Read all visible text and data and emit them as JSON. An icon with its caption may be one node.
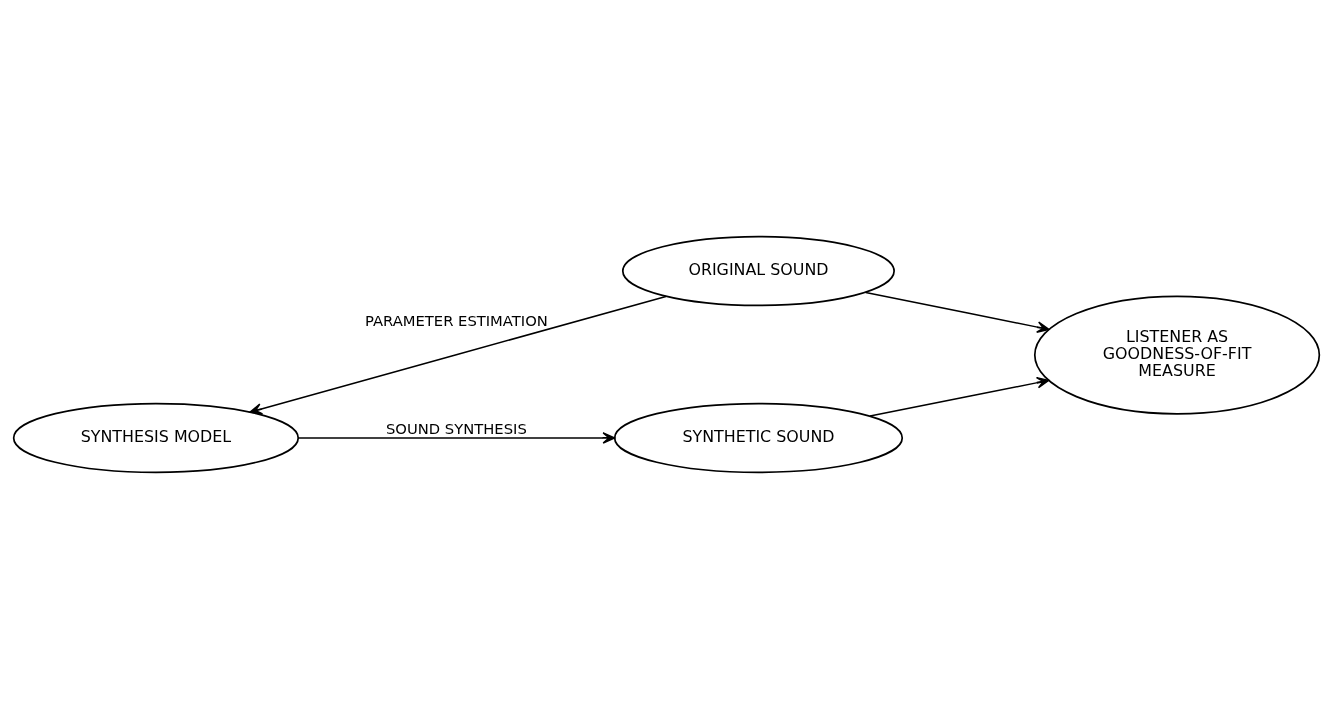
{
  "diagram": {
    "nodes": [
      {
        "text": [
          "ORIGINAL SOUND"
        ]
      },
      {
        "text": [
          "SYNTHESIS MODEL"
        ]
      },
      {
        "text": [
          "LISTENER AS GOODNESS-OF-FIT MEASURE"
        ]
      },
      {
        "text": [
          "SYNTHETIC SOUND"
        ]
      }
    ],
    "edges": [
      {
        "from": 0,
        "to": 1,
        "arrow": "to",
        "label": "PARAMETER ESTIMATION"
      },
      {
        "from": 0,
        "to": 2,
        "arrow": "to"
      },
      {
        "from": 1,
        "to": 3,
        "arrow": "to",
        "label": "SOUND SYNTHESIS"
      },
      {
        "from": 3,
        "to": 2,
        "arrow": "to"
      }
    ]
  }
}
